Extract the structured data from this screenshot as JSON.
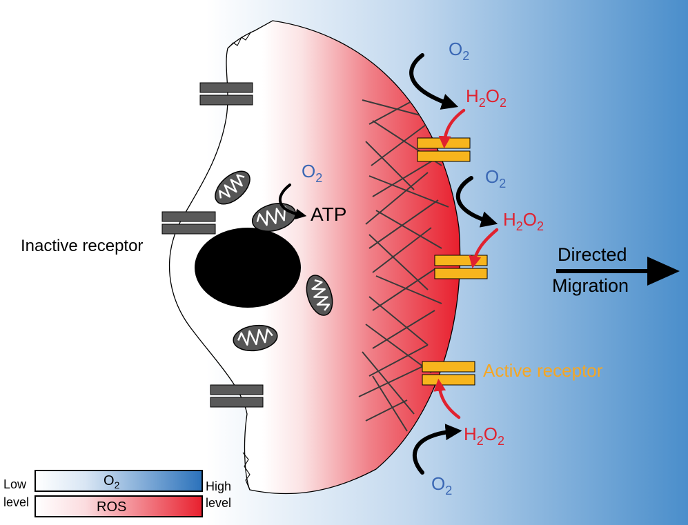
{
  "labels": {
    "o2": "O",
    "h2o2_h": "H",
    "h2o2_o": "O",
    "sub2": "2",
    "atp": "ATP",
    "inactive_receptor": "Inactive receptor",
    "active_receptor": "Active receptor",
    "migration_line1": "Directed",
    "migration_line2": "Migration"
  },
  "legend": {
    "low_line1": "Low",
    "low_line2": "level",
    "high_line1": "High",
    "high_line2": "level",
    "o2_bar_label_main": "O",
    "o2_bar_label_sub": "2",
    "ros_bar_label": "ROS"
  },
  "colors": {
    "o2_blue": "#3a67b4",
    "h2o2_red": "#e0222f",
    "ros_red": "#e8202e",
    "receptor_active": "#f7b51d",
    "receptor_inactive": "#5a5a5a",
    "background_high": "#4a8ecb",
    "active_text": "#f5a623",
    "arrow_black": "#000000"
  }
}
